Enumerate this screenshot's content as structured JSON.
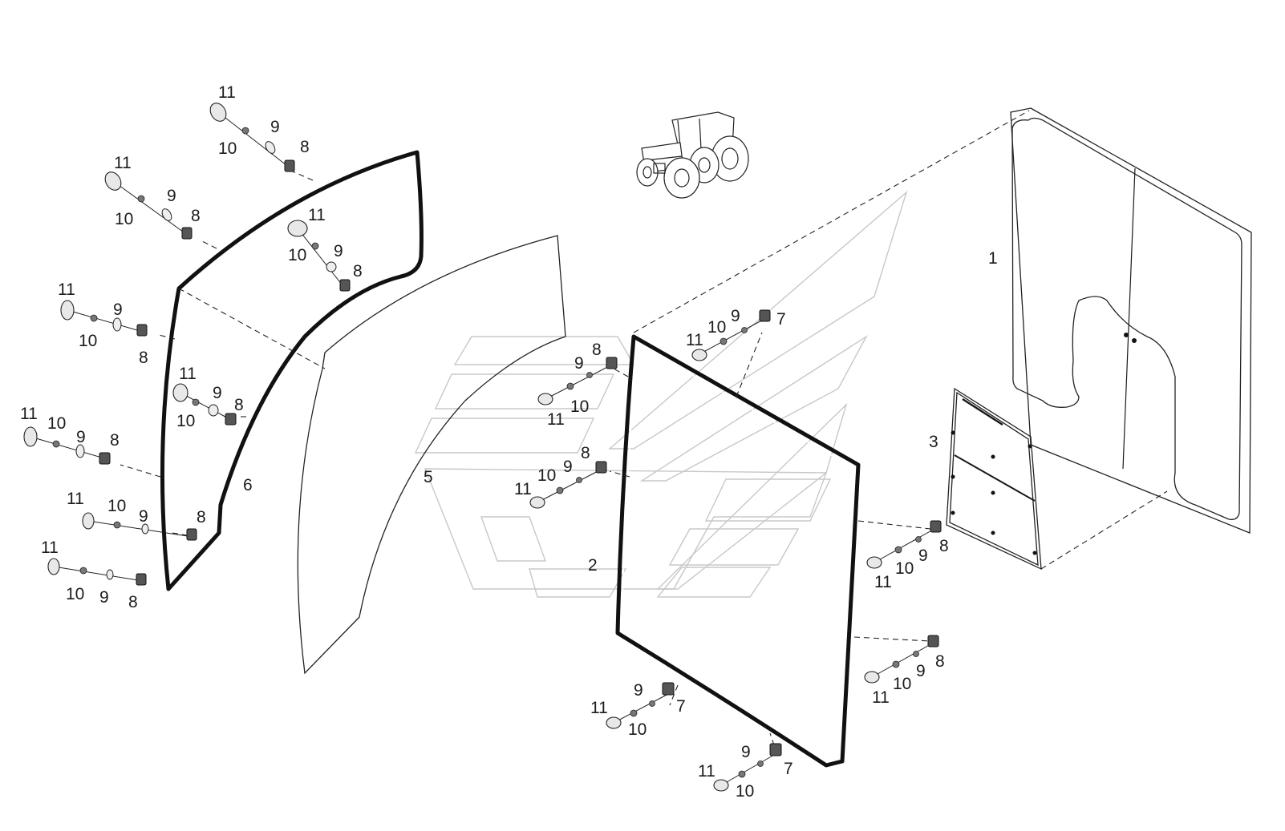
{
  "part_labels": {
    "p1": "1",
    "p2": "2",
    "p3": "3",
    "p5": "5",
    "p6": "6",
    "p7": "7",
    "p8": "8",
    "p9": "9",
    "p10": "10",
    "p11": "11"
  },
  "icons": {
    "tractor": "tractor-icon",
    "watermark": "watermark-logo"
  },
  "colors": {
    "line": "#1a1a1a",
    "watermark": "#c8c8c8",
    "background": "#ffffff"
  }
}
